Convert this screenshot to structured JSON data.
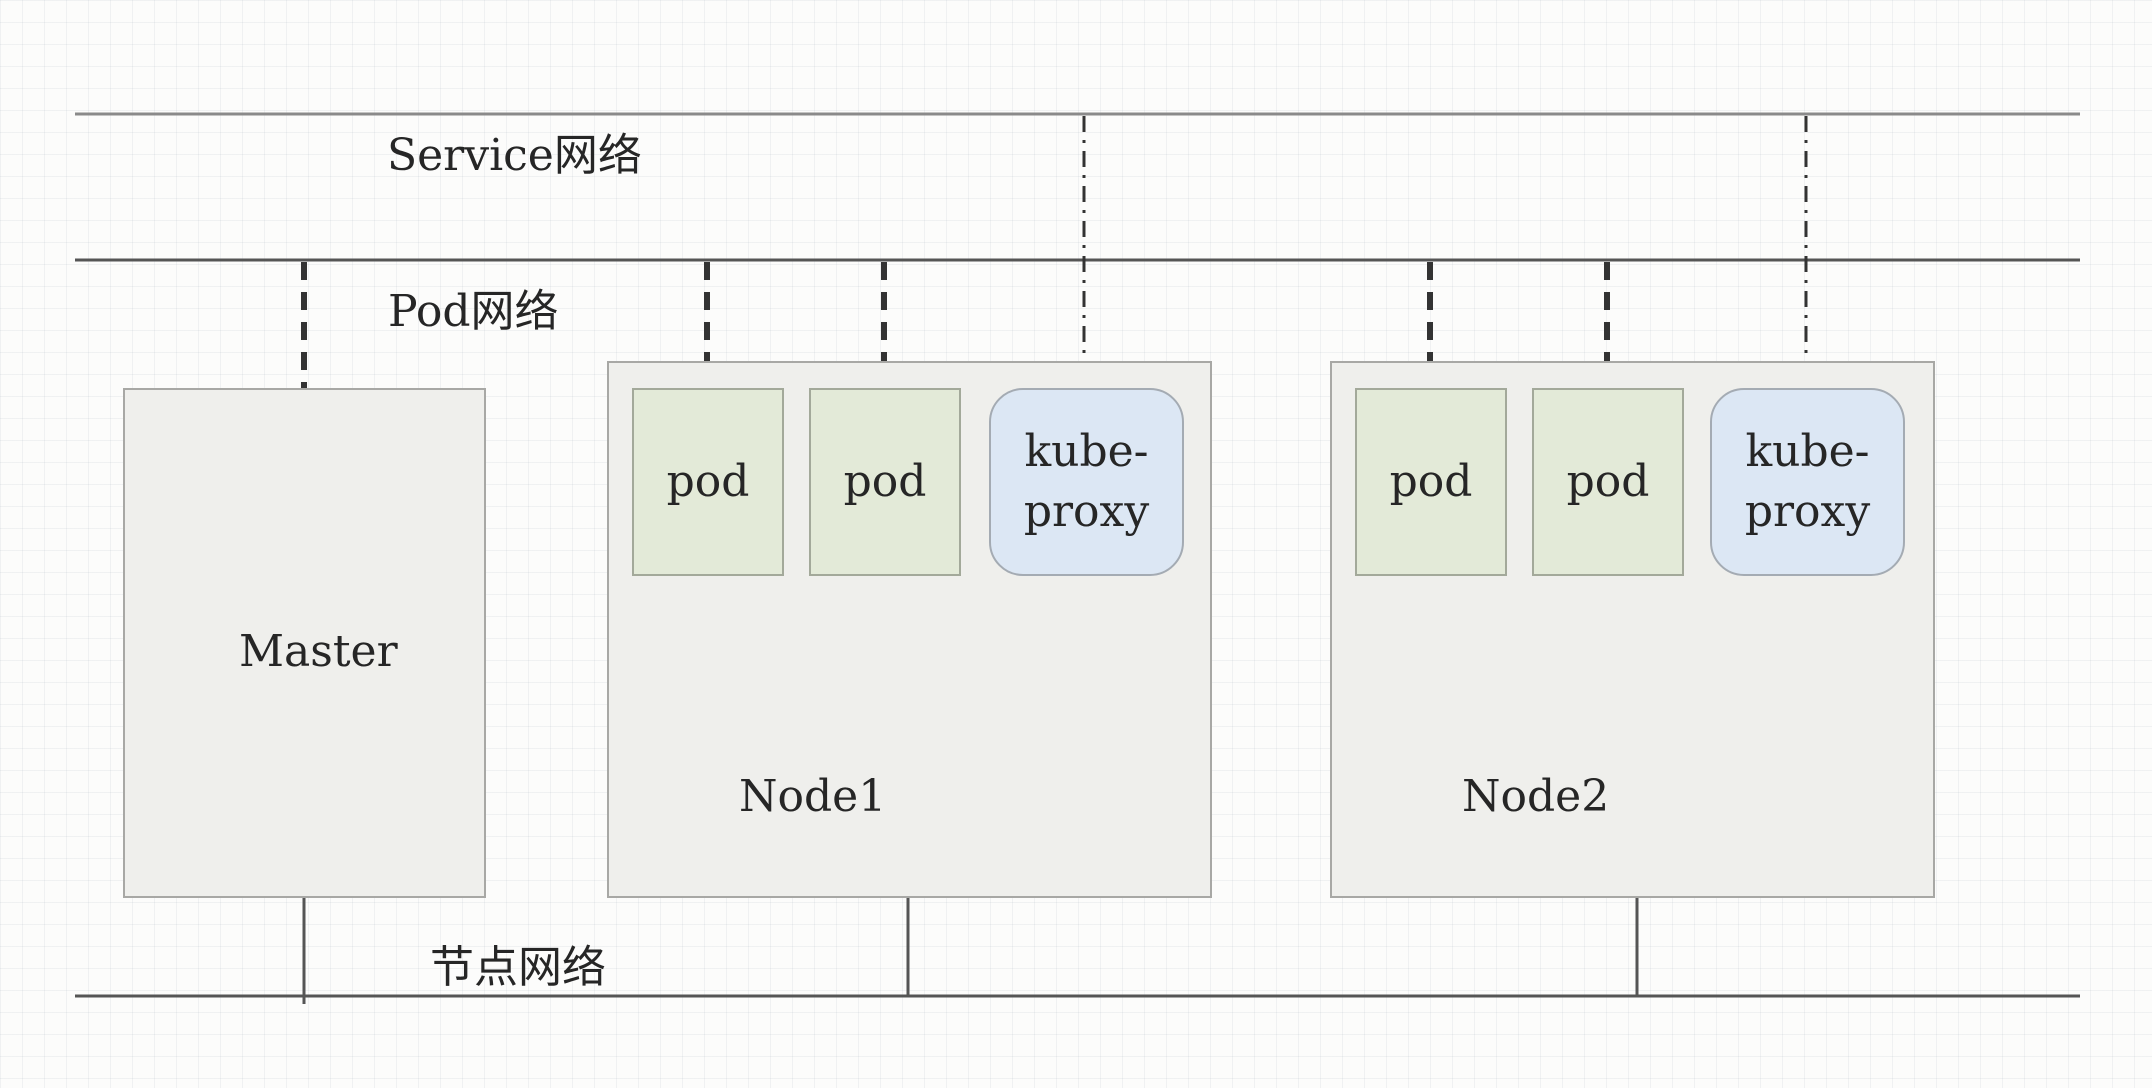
{
  "networks": {
    "service": "Service网络",
    "pod": "Pod网络",
    "node": "节点网络"
  },
  "master": {
    "label": "Master"
  },
  "node1": {
    "label": "Node1",
    "pods": [
      "pod",
      "pod"
    ],
    "proxy": {
      "line1": "kube-",
      "line2": "proxy"
    }
  },
  "node2": {
    "label": "Node2",
    "pods": [
      "pod",
      "pod"
    ],
    "proxy": {
      "line1": "kube-",
      "line2": "proxy"
    }
  },
  "colors": {
    "host_fill": "#efefec",
    "pod_fill": "#e3ead8",
    "proxy_fill": "#dce7f4",
    "line": "#555555"
  }
}
